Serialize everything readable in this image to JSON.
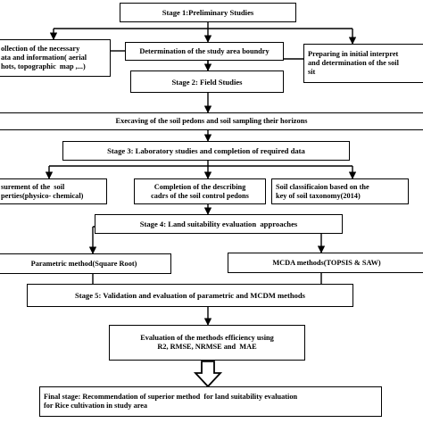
{
  "stage1": {
    "title": "Stage 1:Preliminary Studies"
  },
  "stage1_items": {
    "collection": "ollection of the necessary\nata and information( aerial\nhots, topographic  map ,...)",
    "boundary": "Determination of the study area boundry",
    "interpret": "Preparing in initial interpret\nand determination of the soil\nsit"
  },
  "stage2": {
    "title": "Stage 2: Field Studies"
  },
  "stage2_items": {
    "excavating": "Execaving of the soil pedons and soil sampling their horizons"
  },
  "stage3": {
    "title": "Stage 3: Laboratory studies and completion of required data"
  },
  "stage3_items": {
    "measurement": "surement of the  soil\nperties(physico- chemical)",
    "completion": "Completion of the describing\ncadrs of the soil control pedons",
    "classification": "Soil classificaion based on the\nkey of soil taxonomy(2014)"
  },
  "stage4": {
    "title": "Stage 4: Land suitability evaluation  approaches"
  },
  "stage4_items": {
    "parametric": "Parametric method(Square Root)",
    "mcda": "MCDA methods(TOPSIS & SAW)"
  },
  "stage5": {
    "title": "Stage 5: Validation and evaluation of parametric and MCDM methods"
  },
  "stage5_items": {
    "evaluation": "Evaluation of the methods efficiency using\nR2, RMSE, NRMSE and  MAE"
  },
  "final": {
    "title": "Final stage: Recommendation of superior method  for land suitability evaluation\nfor Rice cultivation in study area"
  }
}
